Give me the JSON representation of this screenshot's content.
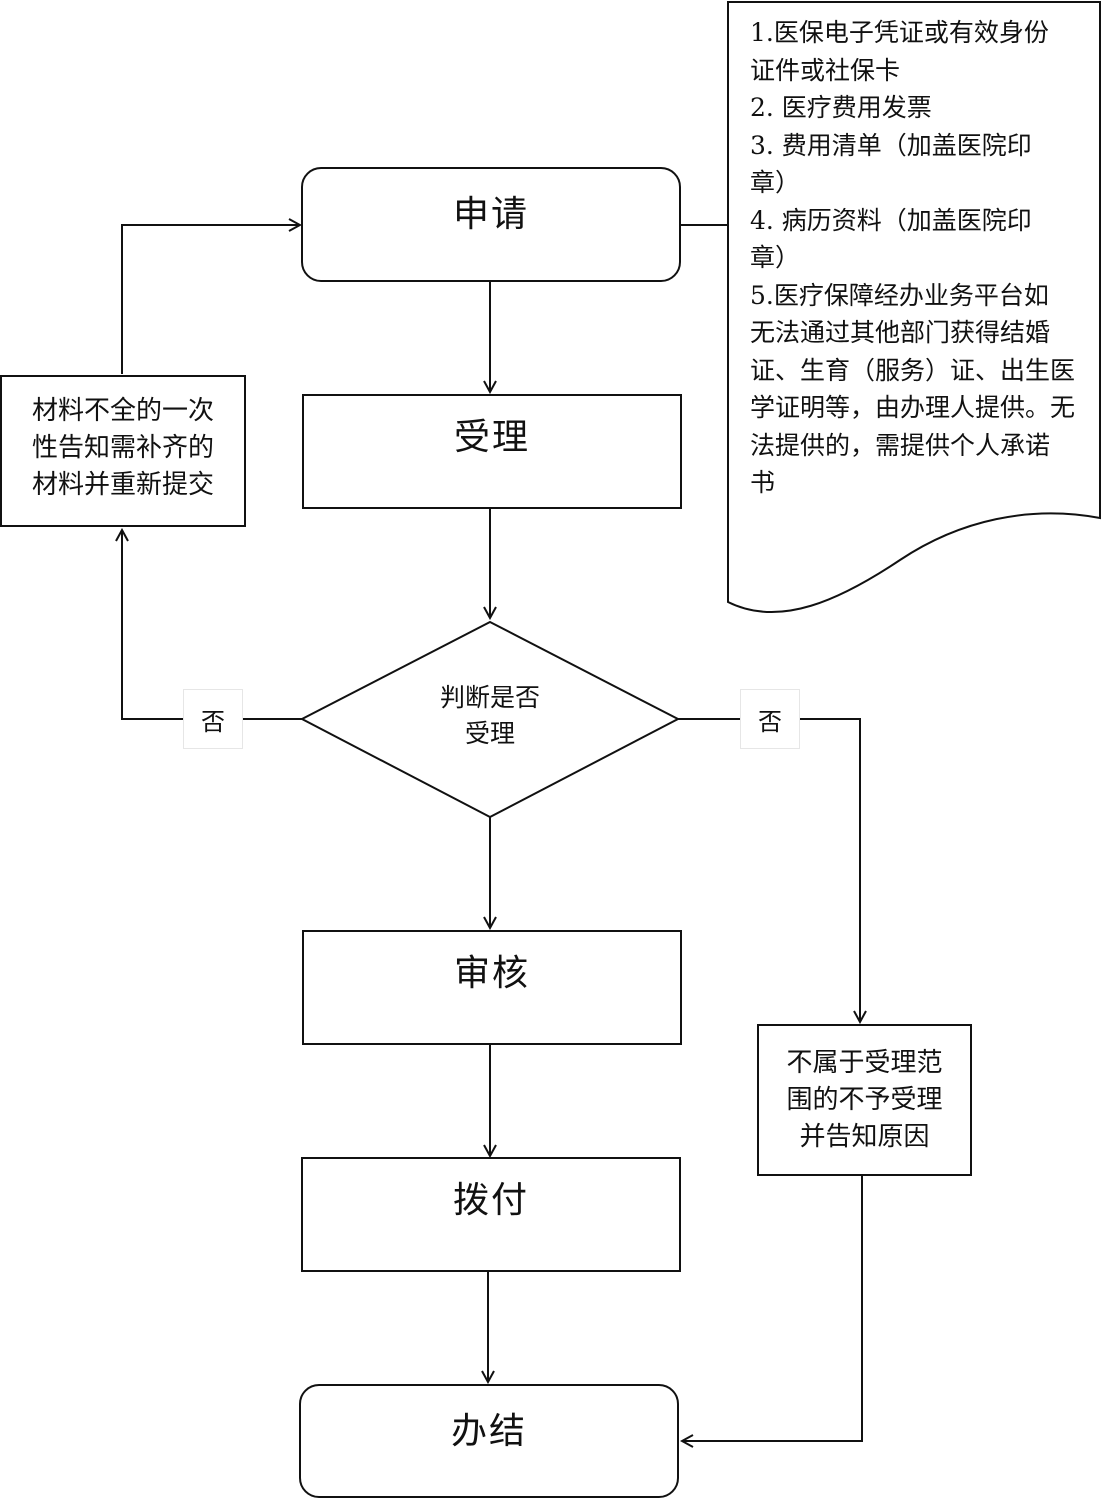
{
  "nodes": {
    "apply": "申请",
    "accept": "受理",
    "decision": [
      "判断是否",
      "受理"
    ],
    "review": "审核",
    "payment": "拨付",
    "complete": "办结",
    "resubmit": [
      "材料不全的一次",
      "性告知需补齐的",
      "材料并重新提交"
    ],
    "reject": [
      "不属于受理范",
      "围的不予受理",
      "并告知原因"
    ]
  },
  "edge_labels": {
    "left_no": "否",
    "right_no": "否"
  },
  "documents": [
    "1.医保电子凭证或有效身份",
    "证件或社保卡",
    "2. 医疗费用发票",
    "3.  费用清单（加盖医院印",
    "章）",
    "4.  病历资料（加盖医院印",
    "章）",
    "5.医疗保障经办业务平台如",
    "无法通过其他部门获得结婚",
    "证、生育（服务）证、出生医",
    "学证明等，由办理人提供。无",
    "法提供的，需提供个人承诺",
    "书"
  ]
}
